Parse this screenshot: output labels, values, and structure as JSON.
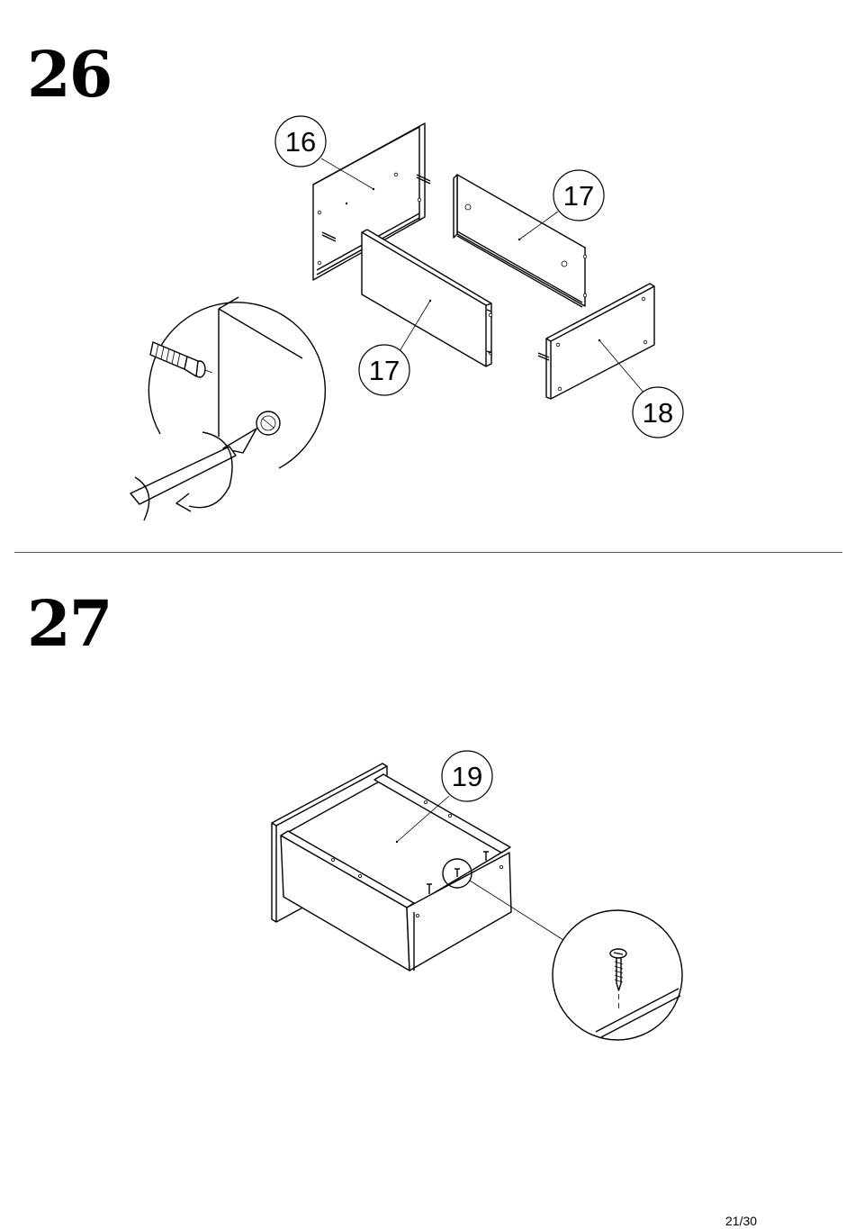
{
  "steps": [
    {
      "number": "26",
      "callouts": [
        "16",
        "17",
        "17",
        "18"
      ]
    },
    {
      "number": "27",
      "callouts": [
        "19"
      ]
    }
  ],
  "page_indicator": "21/30"
}
